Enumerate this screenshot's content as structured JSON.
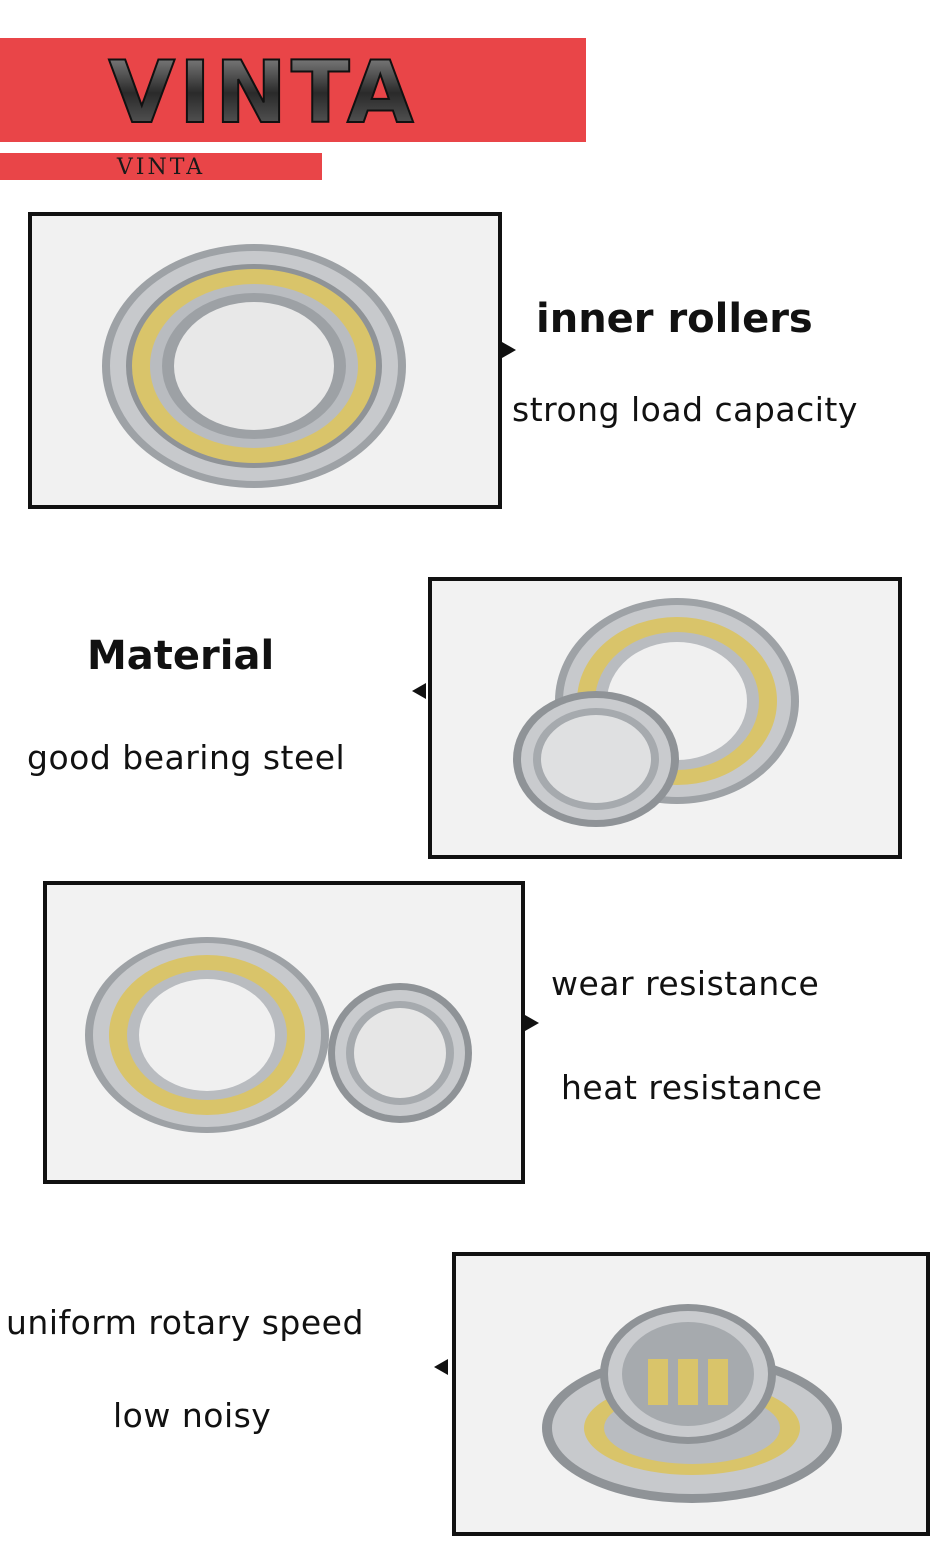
{
  "brand": {
    "logo_text": "VINTA",
    "sub_text": "VINTA",
    "color": "#e94548"
  },
  "features": [
    {
      "title": "inner rollers",
      "text": "strong load capacity"
    },
    {
      "title": "Material",
      "text": "good bearing steel"
    },
    {
      "text_1": "wear resistance",
      "text_2": "heat resistance"
    },
    {
      "text_1": "uniform rotary speed",
      "text_2": "low noisy"
    }
  ],
  "colors": {
    "frame": "#111111",
    "cage": "#d9c46a",
    "steel": "#b9bcc0"
  }
}
